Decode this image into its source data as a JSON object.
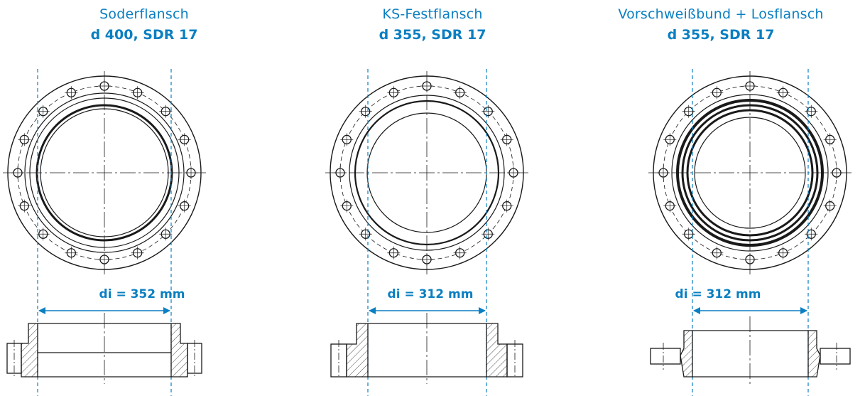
{
  "panels": [
    {
      "title": "Soderflansch",
      "subtitle": "d 400, SDR 17",
      "dimension": "di = 352 mm"
    },
    {
      "title": "KS-Festflansch",
      "subtitle": "d 355, SDR 17",
      "dimension": "di = 312 mm"
    },
    {
      "title": "Vorschweißbund + Losflansch",
      "subtitle": "d 355, SDR 17",
      "dimension": "di = 312 mm"
    }
  ],
  "colors": {
    "accent": "#0a7fc1",
    "line": "#1a1a1a"
  }
}
